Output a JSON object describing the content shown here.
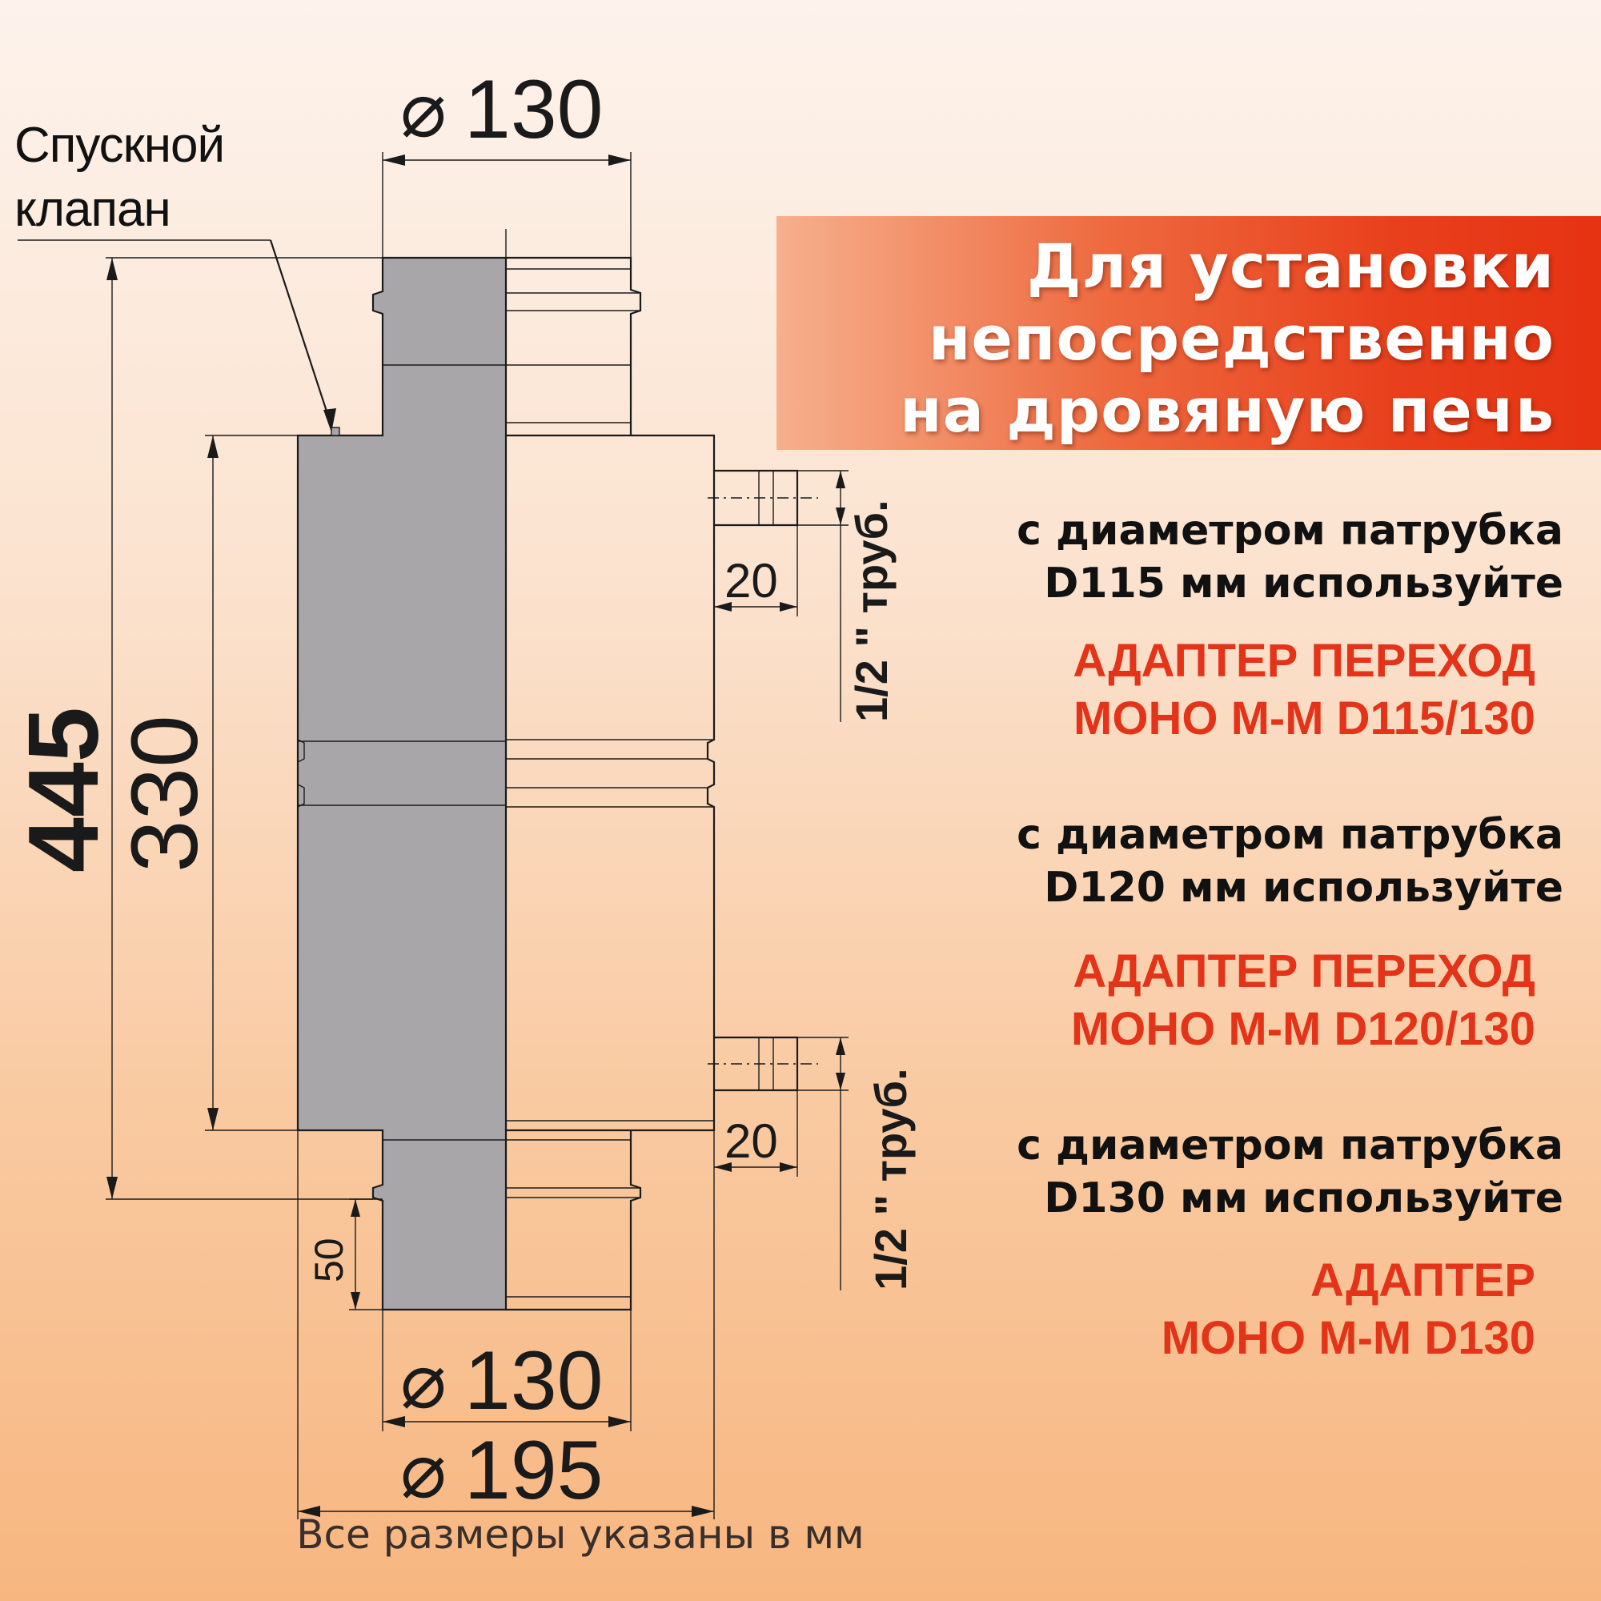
{
  "dimensions": {
    "top_diameter": "130",
    "bottom_inner_diameter": "130",
    "outer_diameter": "195",
    "total_height": "445",
    "tank_height": "330",
    "spigot_length": "50",
    "fitting_offset_top": "20",
    "fitting_offset_bottom": "20",
    "fitting_thread_top": "1/2 \" труб.",
    "fitting_thread_bottom": "1/2 \" труб.",
    "diameter_symbol": "⌀"
  },
  "valve_label": [
    "Спускной",
    "клапан"
  ],
  "banner": [
    "Для установки",
    "непосредственно",
    "на дровяную печь"
  ],
  "notes": [
    {
      "line1": "с диаметром патрубка",
      "line2": "D115 мм используйте",
      "adapter": [
        "АДАПТЕР ПЕРЕХОД",
        "МОНО М-М D115/130"
      ]
    },
    {
      "line1": "с диаметром патрубка",
      "line2": "D120 мм используйте",
      "adapter": [
        "АДАПТЕР ПЕРЕХОД",
        "МОНО М-М D120/130"
      ]
    },
    {
      "line1": "с диаметром патрубка",
      "line2": "D130 мм используйте",
      "adapter": [
        "АДАПТЕР",
        "МОНО М-М D130"
      ]
    }
  ],
  "footer": "Все размеры указаны в мм",
  "colors": {
    "section_fill": "#a9a6aa",
    "accent": "#e63312",
    "ink": "#1a1a1a"
  }
}
